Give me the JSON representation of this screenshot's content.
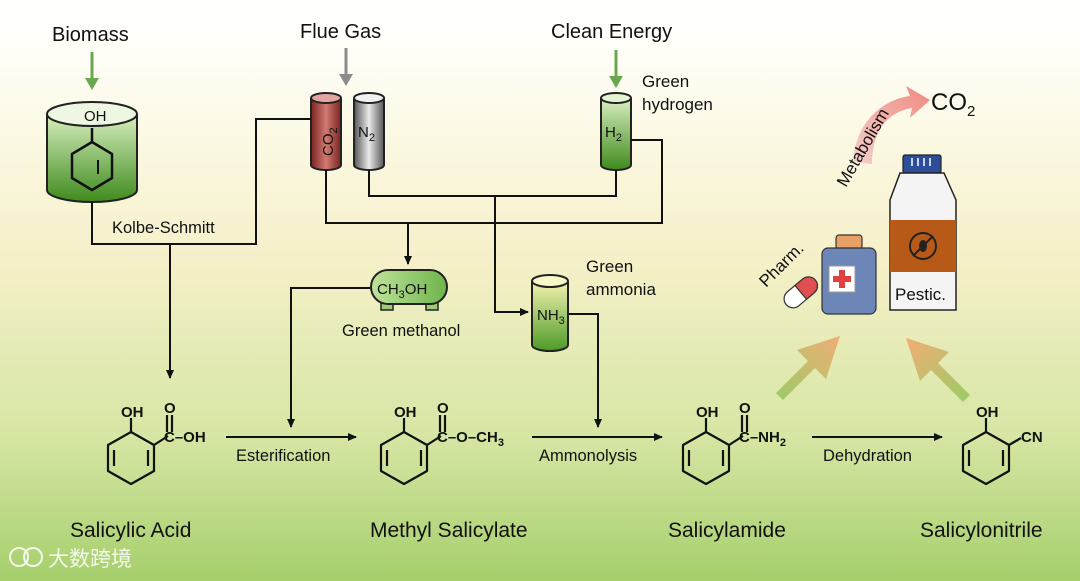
{
  "sources": {
    "biomass": "Biomass",
    "flue_gas": "Flue Gas",
    "clean_energy": "Clean Energy"
  },
  "cylinders": {
    "phenol_oh": "OH",
    "co2_text": "CO",
    "co2_sub": "2",
    "n2_text": "N",
    "n2_sub": "2",
    "h2_text": "H",
    "h2_sub": "2",
    "ch3oh_a": "CH",
    "ch3oh_sub": "3",
    "ch3oh_b": "OH",
    "nh3_a": "NH",
    "nh3_sub": "3"
  },
  "labels": {
    "green_hydrogen_1": "Green",
    "green_hydrogen_2": "hydrogen",
    "kolbe_schmitt": "Kolbe-Schmitt",
    "green_methanol": "Green  methanol",
    "green_ammonia_1": "Green",
    "green_ammonia_2": "ammonia"
  },
  "reactions": {
    "esterification": "Esterification",
    "ammonolysis": "Ammonolysis",
    "dehydration": "Dehydration"
  },
  "compounds": {
    "salicylic_acid": "Salicylic Acid",
    "methyl_salicylate": "Methyl Salicylate",
    "salicylamide": "Salicylamide",
    "salicylonitrile": "Salicylonitrile"
  },
  "structure_labels": {
    "oh": "OH",
    "o": "O",
    "c": "C",
    "cooh_tail": "C–OH",
    "ester_tail": "C–O–CH",
    "ester_sub": "3",
    "amide_tail": "C–NH",
    "amide_sub": "2",
    "cn": "CN"
  },
  "products": {
    "pharm": "Pharm.",
    "pestic": "Pestic.",
    "metabolism": "Metabolism",
    "co2_a": "CO",
    "co2_sub": "2"
  },
  "watermark": "大数跨境",
  "colors": {
    "green_dark": "#3f8a1c",
    "green_light": "#a8d68a",
    "co2_red": "#b3443f",
    "n2_gray": "#8c8c8c",
    "arrow_green": "#6aa84f",
    "pestic_brown": "#b85a17",
    "bottle_blue": "#6d86b8",
    "metabolism_pink": "#f4a6a0"
  }
}
